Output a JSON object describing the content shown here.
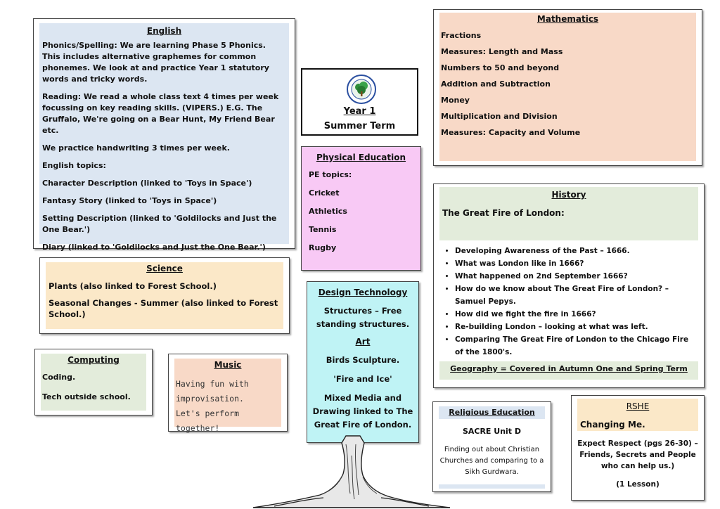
{
  "header": {
    "year": "Year 1",
    "term": "Summer Term"
  },
  "english": {
    "title": "English",
    "paragraphs": [
      "Phonics/Spelling: We are learning Phase 5 Phonics. This includes alternative graphemes for common phonemes. We look at and practice Year 1 statutory words and tricky words.",
      "Reading: We read a whole class text 4 times per week focussing on key reading skills. (VIPERS.) E.G. The Gruffalo, We're going on a Bear Hunt, My Friend Bear etc.",
      "We practice handwriting 3 times per week.",
      "English topics:",
      "Character Description (linked to 'Toys in Space')",
      "Fantasy Story (linked to 'Toys in Space')",
      "Setting Description (linked to 'Goldilocks and Just the One Bear.')",
      "Diary (linked to 'Goldilocks and Just the One Bear.')"
    ]
  },
  "maths": {
    "title": "Mathematics",
    "items": [
      "Fractions",
      "Measures: Length and Mass",
      "Numbers to 50 and beyond",
      "Addition and Subtraction",
      "Money",
      "Multiplication and Division",
      "Measures: Capacity and Volume"
    ]
  },
  "pe": {
    "title": "Physical Education",
    "items": [
      "PE topics:",
      "Cricket",
      "Athletics",
      "Tennis",
      "Rugby"
    ]
  },
  "history": {
    "title": "History",
    "subtitle": "The Great Fire of London:",
    "bullets": [
      "Developing Awareness of the Past – 1666.",
      "What was London like in 1666?",
      "What happened on 2nd September 1666?",
      "How do we know about The Great Fire of London? – Samuel Pepys.",
      "How did we fight the fire in 1666?",
      "Re-building London – looking at what was left.",
      "Comparing The Great Fire of London to the Chicago Fire of the 1800's."
    ],
    "geography": "Geography = Covered in Autumn One and Spring Term"
  },
  "science": {
    "title": "Science",
    "items": [
      "Plants (also linked to Forest School.)",
      "Seasonal Changes - Summer (also linked to Forest School.)"
    ]
  },
  "dt": {
    "title": "Design Technology",
    "text": "Structures – Free standing structures.",
    "art_title": "Art",
    "art_items": [
      "Birds Sculpture.",
      "'Fire and Ice'",
      "Mixed Media and Drawing linked to The Great Fire of London."
    ]
  },
  "computing": {
    "title": "Computing",
    "items": [
      "Coding.",
      "Tech outside school."
    ]
  },
  "music": {
    "title": "Music",
    "items": [
      "Having fun with",
      "improvisation.",
      "Let's perform together!"
    ]
  },
  "re": {
    "title": "Religious Education",
    "unit": "SACRE Unit D",
    "desc": "Finding out about Christian Churches and comparing to a Sikh Gurdwara."
  },
  "rshe": {
    "title": "RSHE",
    "subtitle": "Changing Me.",
    "desc": "Expect Respect (pgs 26-30) – Friends, Secrets and People who can help us.)",
    "lessons": "(1 Lesson)"
  },
  "colors": {
    "blue": "#dce6f2",
    "peach": "#f8d9c7",
    "pink": "#f8c9f5",
    "green": "#e3ecdb",
    "cream": "#fbe8c8",
    "cyan": "#bff3f5"
  },
  "icons": {
    "crest": "school-crest-icon",
    "tree": "tree-illustration"
  }
}
